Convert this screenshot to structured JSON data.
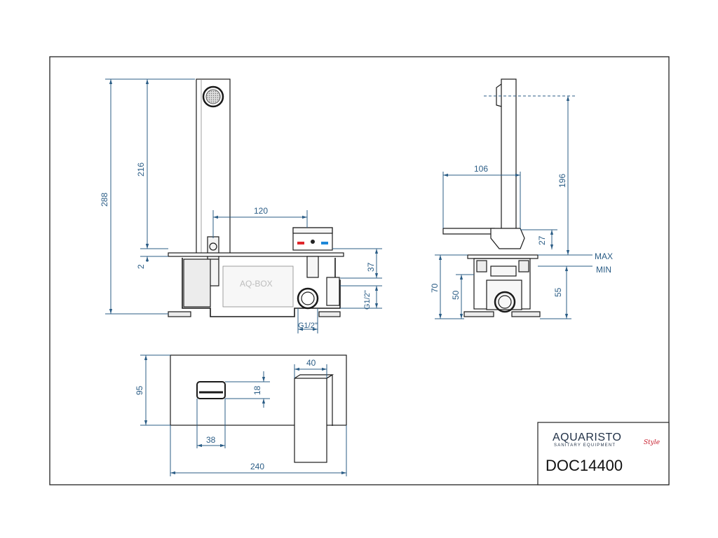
{
  "drawing": {
    "document_code": "DOC14400",
    "brand": {
      "name": "AQUARISTO",
      "tagline": "SANITARY EQUIPMENT",
      "script": "Style"
    },
    "box_label": "AQ-BOX",
    "level_labels": {
      "max": "MAX",
      "min": "MIN"
    },
    "front_view": {
      "dimensions": {
        "overall_height": "288",
        "spout_height": "216",
        "plate_gap": "2",
        "offset": "120",
        "box_top": "37",
        "inlet_height": "G1/2\"",
        "inlet_width": "G1/2\""
      }
    },
    "side_view": {
      "dimensions": {
        "projection": "106",
        "spout_height": "196",
        "lever_height": "27",
        "box_depth": "70",
        "inlet_center": "50",
        "right_depth": "55"
      }
    },
    "top_view": {
      "dimensions": {
        "plate_height": "95",
        "spout_width": "40",
        "spout_depth": "18",
        "outlet_width": "38",
        "plate_width": "240"
      }
    },
    "colors": {
      "line": "#1a1a1a",
      "dimension": "#2b5d86",
      "hot": "#e0262b",
      "cold": "#1e88d8"
    }
  }
}
